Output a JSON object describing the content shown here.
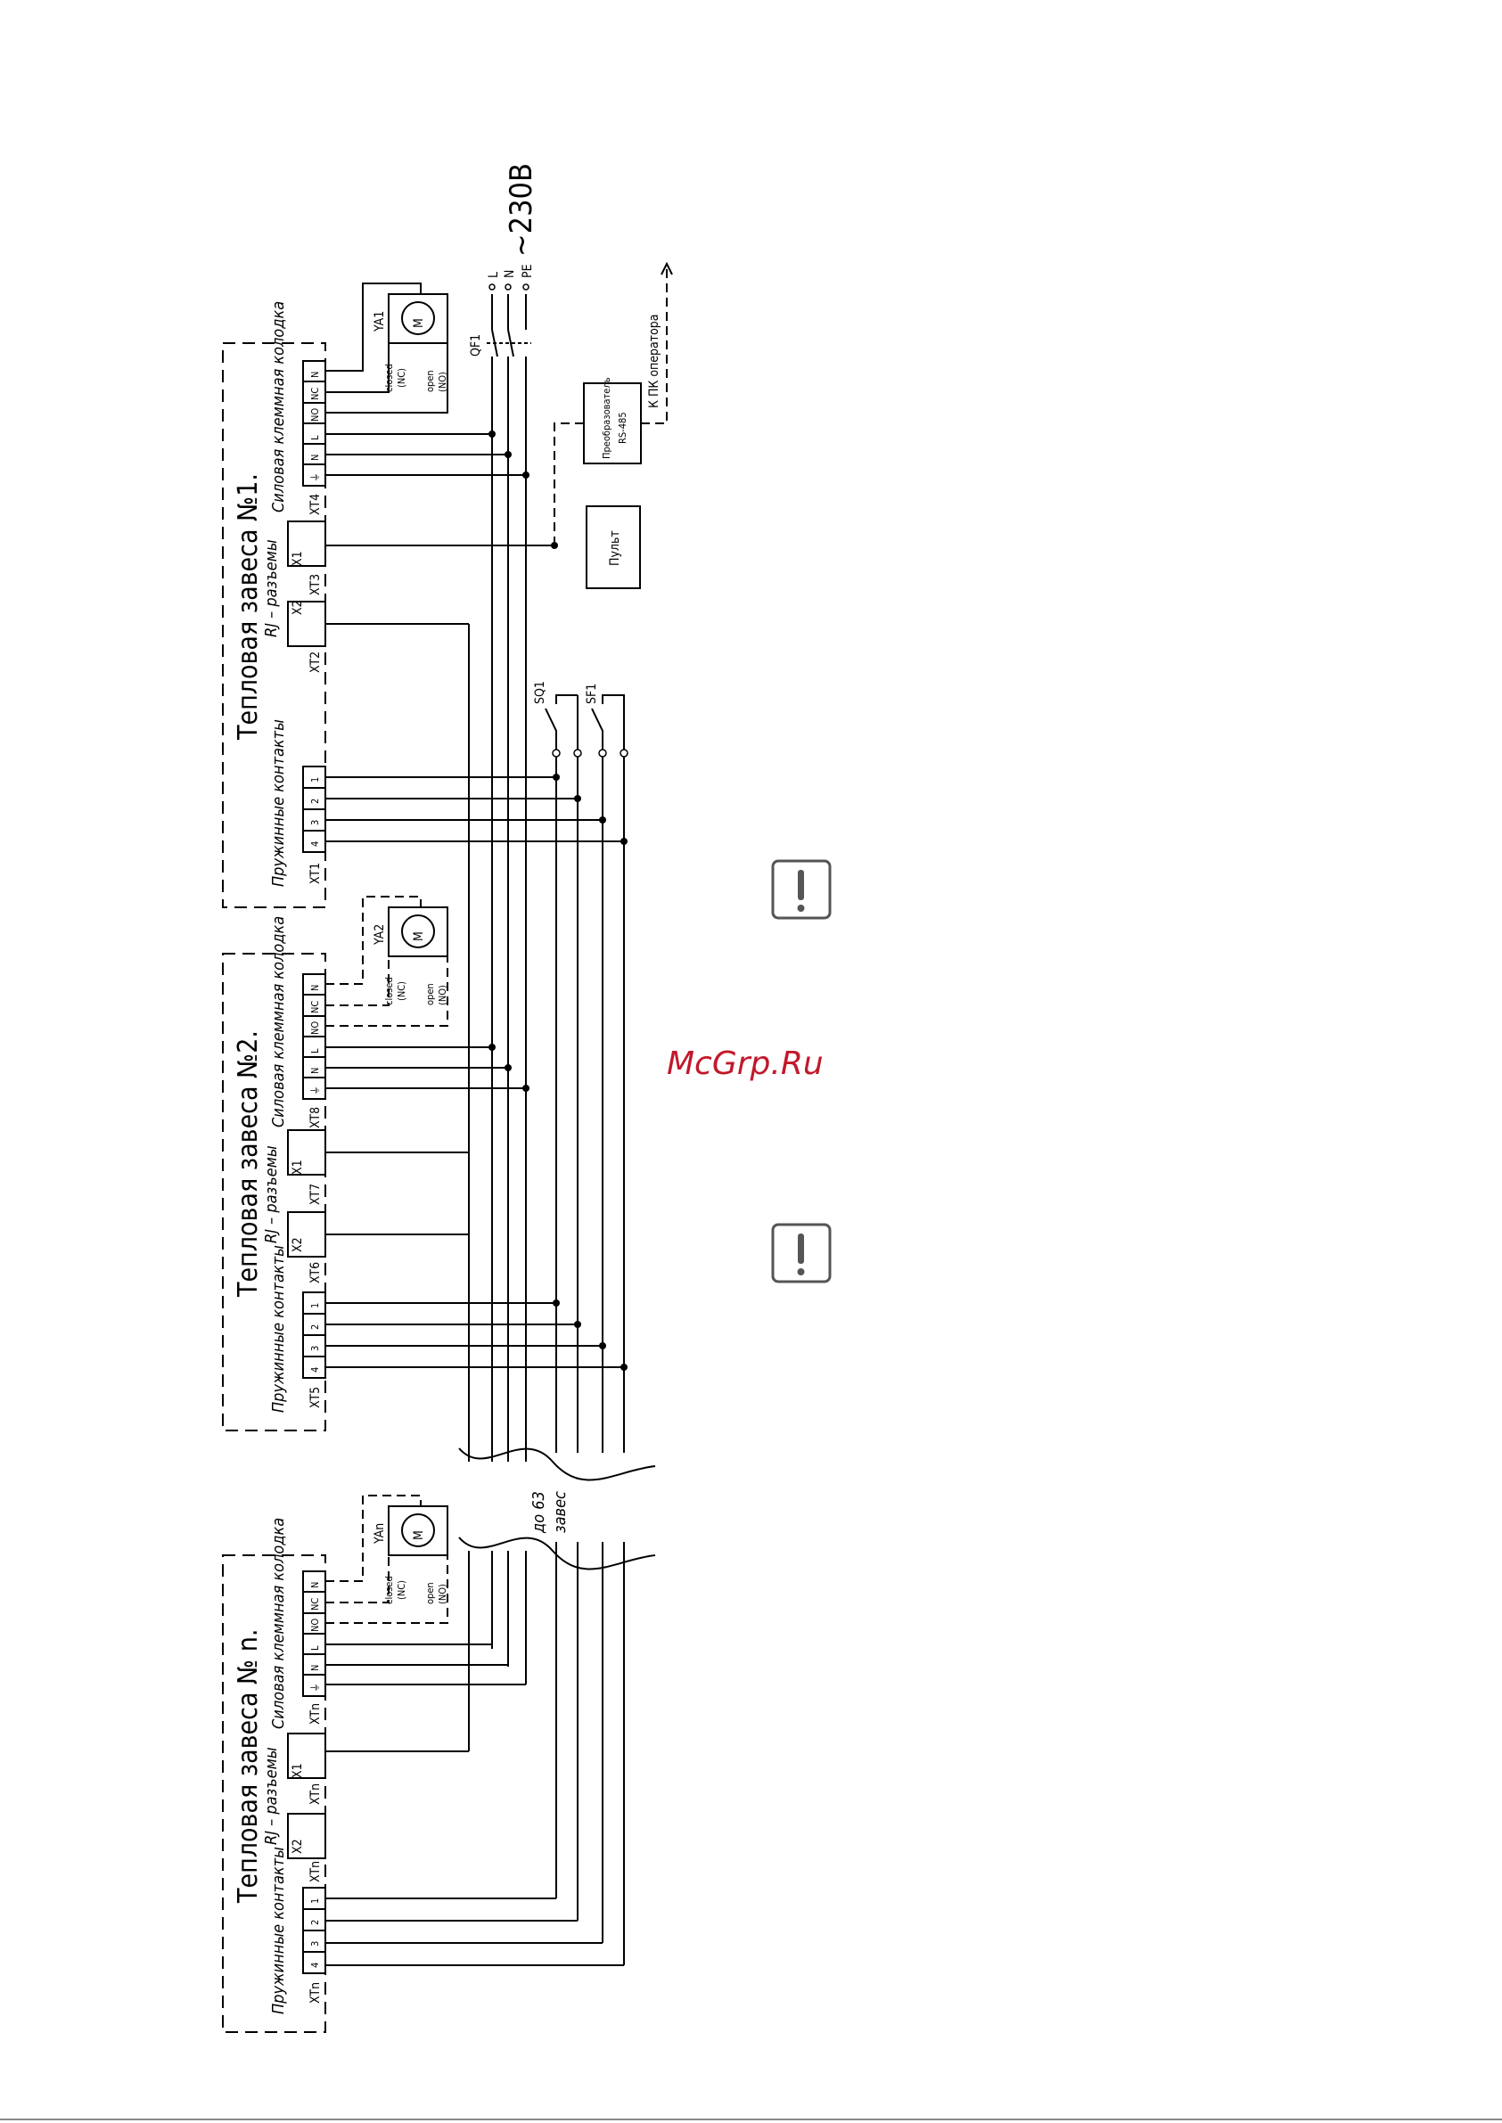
{
  "source_line": "~230В",
  "mains": {
    "L": "L",
    "N": "N",
    "PE": "PE",
    "breaker": "QF1"
  },
  "curtains": [
    {
      "title": "Тепловая завеса №1.",
      "spring_label": "Пружинные контакты",
      "spring_block": "XT1",
      "spring_terms": [
        "4",
        "3",
        "2",
        "1"
      ],
      "rj_label": "RJ – разъемы",
      "rj_x2_block": "XT2",
      "rj_x2": "X2",
      "rj_x1_block": "XT3",
      "rj_x1": "X1",
      "power_label": "Силовая клеммная колодка",
      "power_block": "XT4",
      "power_terms": [
        "⏚",
        "N",
        "L",
        "NO",
        "NC",
        "N"
      ],
      "valve": "YA1",
      "motor": "M",
      "closed": "closed",
      "closed_nc": "(NC)",
      "open": "open",
      "open_no": "(NO)"
    },
    {
      "title": "Тепловая завеса №2.",
      "spring_label": "Пружинные контакты",
      "spring_block": "XT5",
      "spring_terms": [
        "4",
        "3",
        "2",
        "1"
      ],
      "rj_label": "RJ – разъемы",
      "rj_x2_block": "XT6",
      "rj_x2": "X2",
      "rj_x1_block": "XT7",
      "rj_x1": "X1",
      "power_label": "Силовая клеммная колодка",
      "power_block": "XT8",
      "power_terms": [
        "⏚",
        "N",
        "L",
        "NO",
        "NC",
        "N"
      ],
      "valve": "YA2",
      "motor": "M",
      "closed": "closed",
      "closed_nc": "(NC)",
      "open": "open",
      "open_no": "(NO)"
    },
    {
      "title": "Тепловая завеса № n.",
      "spring_label": "Пружинные контакты",
      "spring_block": "XTn",
      "spring_terms": [
        "4",
        "3",
        "2",
        "1"
      ],
      "rj_label": "RJ – разъемы",
      "rj_x2_block": "XTn",
      "rj_x2": "X2",
      "rj_x1_block": "XTn",
      "rj_x1": "X1",
      "power_label": "Силовая клеммная колодка",
      "power_block": "XTn",
      "power_terms": [
        "⏚",
        "N",
        "L",
        "NO",
        "NC",
        "N"
      ],
      "valve": "YAn",
      "motor": "M",
      "closed": "closed",
      "closed_nc": "(NC)",
      "open": "open",
      "open_no": "(NO)"
    }
  ],
  "remote": "Пульт",
  "converter_line1": "Преобразователь",
  "converter_line2": "RS-485",
  "operator_link": "К ПК оператора",
  "switch_sq": "SQ1",
  "switch_sf": "SF1",
  "up_to_line1": "до 63",
  "up_to_line2": "завес",
  "watermark": "McGrp.Ru",
  "notice_icon": "exclamation-notice-icon"
}
